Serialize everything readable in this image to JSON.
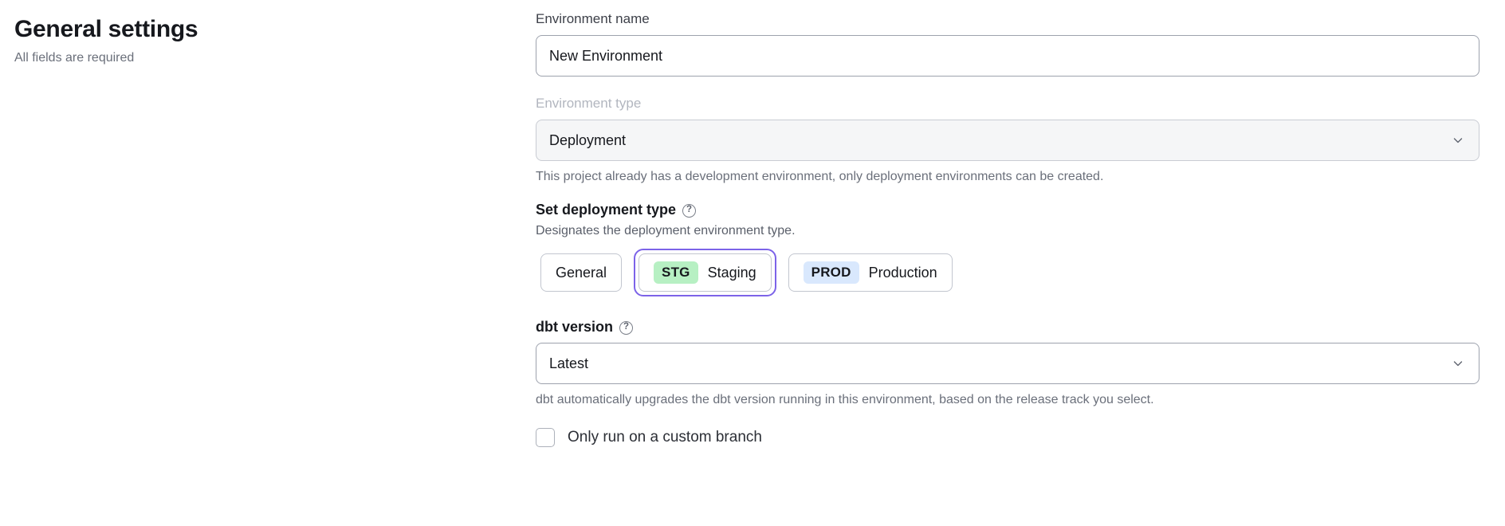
{
  "header": {
    "title": "General settings",
    "subtitle": "All fields are required"
  },
  "form": {
    "environment_name": {
      "label": "Environment name",
      "value": "New Environment",
      "placeholder": "Environment name"
    },
    "environment_type": {
      "label": "Environment type",
      "value": "Deployment",
      "disabled": true,
      "help_text": "This project already has a development environment, only deployment environments can be created.",
      "chevron_icon": "chevron-down-icon"
    },
    "deployment_type": {
      "label": "Set deployment type",
      "help_icon": "question-mark-circle-icon",
      "description": "Designates the deployment environment type.",
      "selected": "Staging",
      "options": [
        {
          "id": "general",
          "badge": "",
          "label": "General",
          "badge_color": ""
        },
        {
          "id": "staging",
          "badge": "STG",
          "label": "Staging",
          "badge_color": "#b7f0c3"
        },
        {
          "id": "production",
          "badge": "PROD",
          "label": "Production",
          "badge_color": "#d9e8fd"
        }
      ],
      "focus_ring_color": "#7c63e8"
    },
    "dbt_version": {
      "label": "dbt version",
      "help_icon": "question-mark-circle-icon",
      "value": "Latest",
      "chevron_icon": "chevron-down-icon",
      "help_text": "dbt automatically upgrades the dbt version running in this environment, based on the release track you select."
    },
    "custom_branch": {
      "label": "Only run on a custom branch",
      "checked": false
    }
  }
}
